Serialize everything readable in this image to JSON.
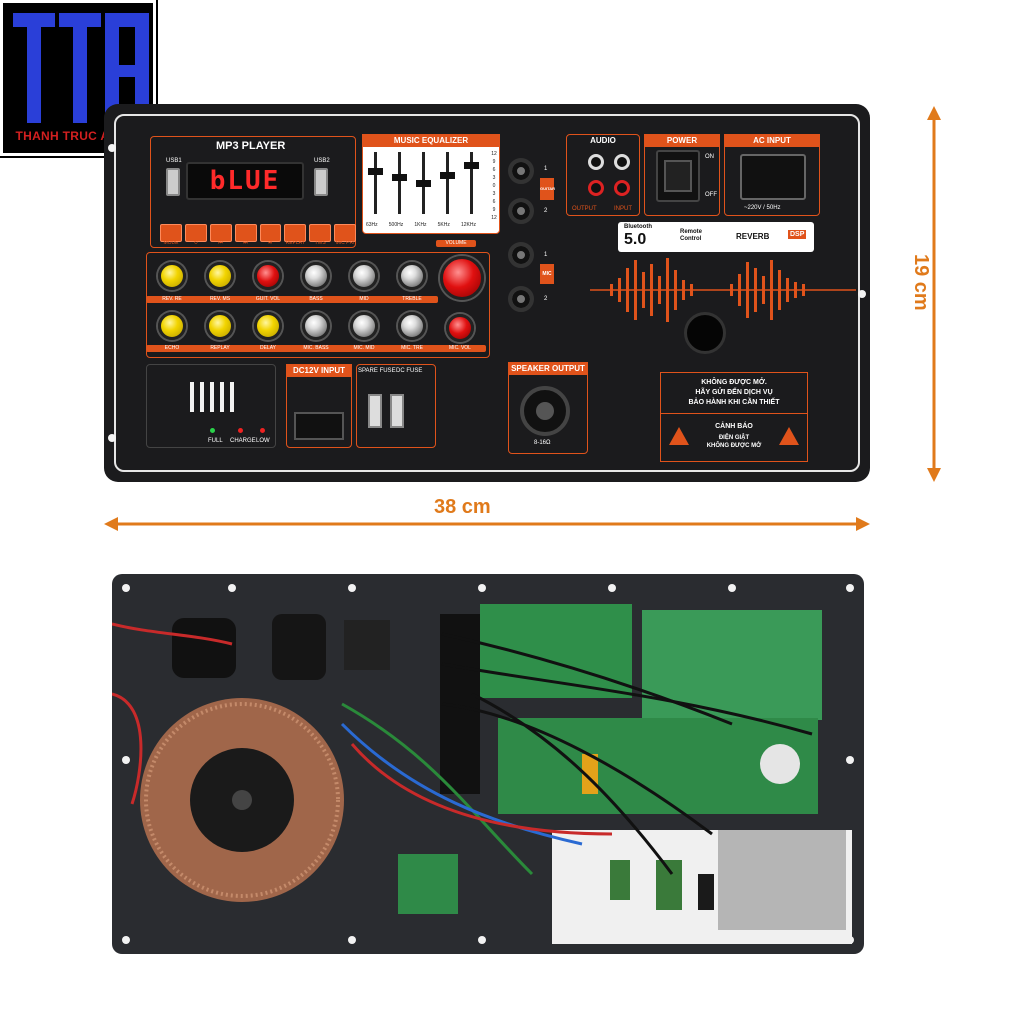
{
  "logo": {
    "letters": "TTA",
    "subtitle": "THANH TRUC AUDIO"
  },
  "front_panel": {
    "mp3": {
      "title": "MP3 PLAYER",
      "display_text": "bLUE",
      "usb1": "USB1",
      "usb2": "USB2",
      "buttons": [
        "MODE",
        "↻",
        "⏮",
        "⏭",
        "⏯",
        "REPLAY",
        "TWS",
        "MIC PRI"
      ]
    },
    "equalizer": {
      "title": "MUSIC EQUALIZER",
      "bands": [
        "63Hz",
        "500Hz",
        "1KHz",
        "5KHz",
        "12KHz"
      ],
      "scale": [
        "12",
        "9",
        "6",
        "3",
        "0",
        "3",
        "6",
        "9",
        "12"
      ]
    },
    "knobs_row1": [
      "REV. RE",
      "REV. MS",
      "GUIT. VOL",
      "BASS",
      "MID",
      "TREBLE"
    ],
    "knobs_row2": [
      "ECHO",
      "REPLAY",
      "DELAY",
      "MIC. BASS",
      "MIC. MID",
      "MIC. TRE"
    ],
    "volume_label": "VOLUME",
    "mic_vol_label": "MIC. VOL",
    "guitar_label": "GUITAR",
    "mic_label": "MIC",
    "jack_numbers": [
      "1",
      "2",
      "1",
      "2"
    ],
    "audio": {
      "title": "AUDIO",
      "output": "OUTPUT",
      "input": "INPUT"
    },
    "power": {
      "title": "POWER",
      "on": "ON",
      "off": "OFF"
    },
    "ac_input": {
      "title": "AC INPUT",
      "spec": "~220V / 50Hz"
    },
    "bluetooth": {
      "label": "Bluetooth",
      "version": "5.0",
      "remote": "Remote Control",
      "reverb": "REVERB",
      "dsp": "DSP"
    },
    "charge": {
      "full": "FULL",
      "charge": "CHARGE",
      "low": "LOW"
    },
    "dc_input": "DC12V INPUT",
    "spare_fuse": "SPARE FUSE",
    "dc_fuse": "DC FUSE",
    "speaker_output": {
      "title": "SPEAKER OUTPUT",
      "impedance": "8-16Ω"
    },
    "notice": [
      "KHÔNG ĐƯỢC MỞ.",
      "HÃY GỬI ĐẾN DỊCH VỤ",
      "BẢO HÀNH KHI CẦN THIẾT"
    ],
    "warning": {
      "title": "CẢNH BÁO",
      "line1": "ĐIỆN GIẬT",
      "line2": "KHÔNG ĐƯỢC MỞ"
    }
  },
  "dimensions": {
    "width": "38 cm",
    "height": "19 cm"
  },
  "colors": {
    "accent": "#e0531b",
    "panel": "#1b1b1d",
    "dimension": "#e07a1b",
    "logo_blue": "#2a3fd8",
    "logo_red": "#d32020"
  }
}
